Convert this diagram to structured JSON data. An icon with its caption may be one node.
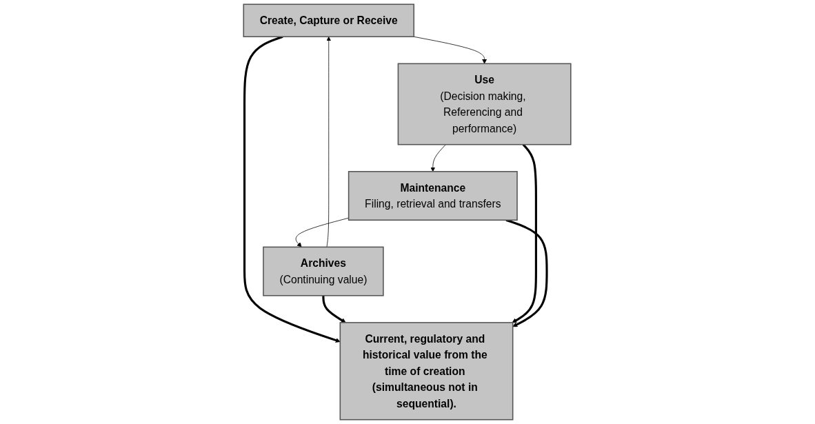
{
  "diagram": {
    "nodes": [
      {
        "text": [
          "Create, Capture or Receive"
        ]
      },
      {
        "text": [
          "Current, regulatory and historical value from the time of creation (simultaneous not in sequential)."
        ]
      },
      {
        "text": [
          "Archives",
          "(Continuing value)"
        ]
      },
      {
        "text": [
          "Use",
          "(Decision making, Referencing and performance)"
        ]
      },
      {
        "text": [
          "Maintenance",
          "Filing, retrieval and transfers"
        ]
      }
    ],
    "edges": [
      {
        "from": 0,
        "to": 3,
        "arrow": "to"
      },
      {
        "from": 3,
        "to": 4,
        "arrow": "to"
      },
      {
        "from": 4,
        "to": 2,
        "arrow": "to"
      },
      {
        "from": 2,
        "to": 0,
        "arrow": "to"
      },
      {
        "from": 0,
        "to": 1,
        "arrow": "to",
        "style": "thick"
      },
      {
        "from": 2,
        "to": 1,
        "arrow": "to",
        "style": "thick"
      },
      {
        "from": 3,
        "to": 1,
        "arrow": "to",
        "style": "thick"
      },
      {
        "from": 4,
        "to": 1,
        "arrow": "to",
        "style": "thick"
      }
    ]
  }
}
